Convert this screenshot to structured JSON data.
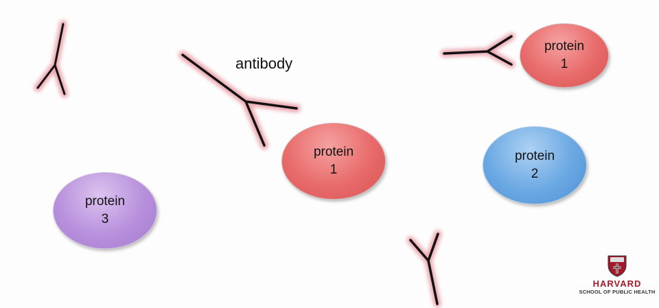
{
  "diagram": {
    "label": "antibody",
    "proteins": [
      {
        "id": "protein-1-top",
        "name": "protein",
        "number": "1",
        "color": "#e86a6a"
      },
      {
        "id": "protein-1-center",
        "name": "protein",
        "number": "1",
        "color": "#e86a6a"
      },
      {
        "id": "protein-2",
        "name": "protein",
        "number": "2",
        "color": "#6aa8e3"
      },
      {
        "id": "protein-3",
        "name": "protein",
        "number": "3",
        "color": "#b78fdc"
      }
    ],
    "antibody_glow_color": "#e89aa3",
    "antibody_stroke_color": "#111111"
  },
  "logo": {
    "name": "HARVARD",
    "subtitle": "SCHOOL OF PUBLIC HEALTH",
    "brand_color": "#a3192b"
  }
}
